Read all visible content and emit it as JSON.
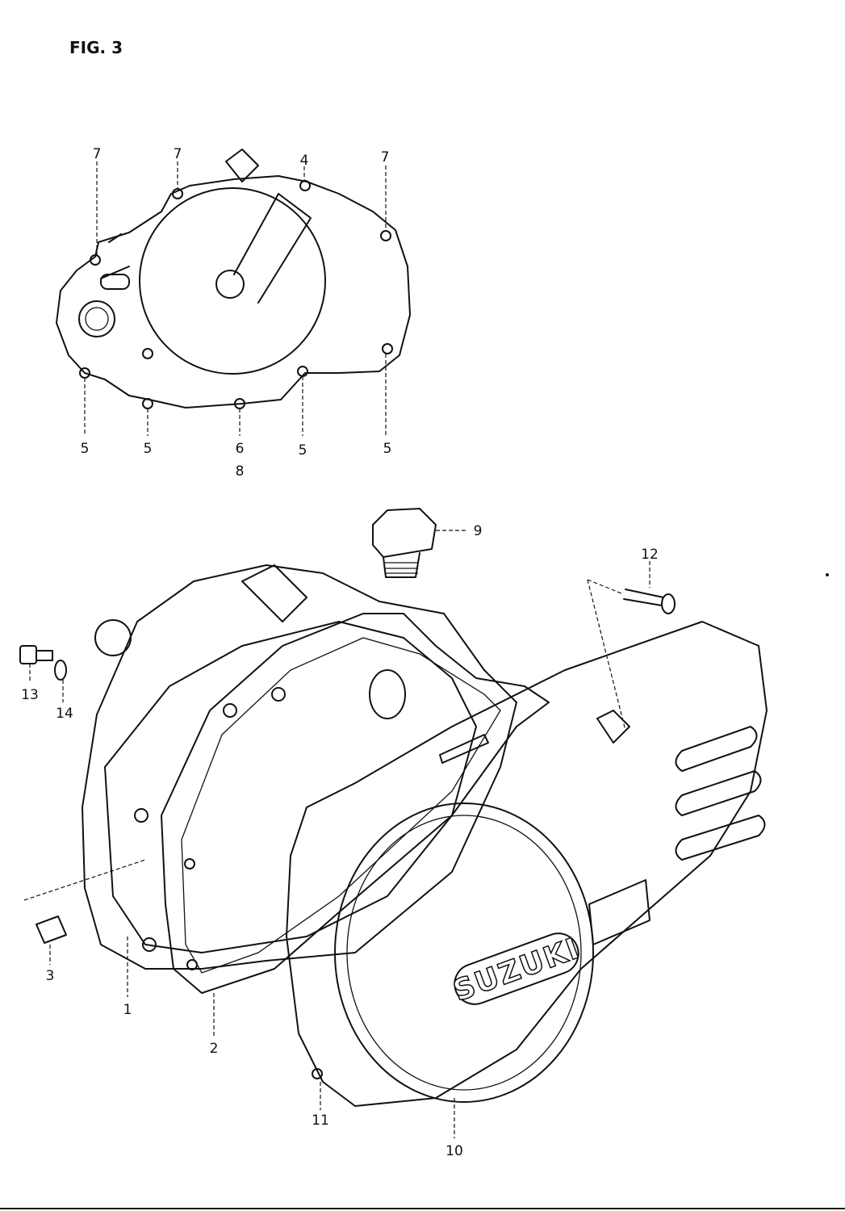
{
  "figure": {
    "title": "FIG. 3",
    "logo_text": "SUZUKI",
    "callouts": {
      "c7a": "7",
      "c7b": "7",
      "c4": "4",
      "c7c": "7",
      "c5a": "5",
      "c5b": "5",
      "c6": "6",
      "c8": "8",
      "c5c": "5",
      "c5d": "5",
      "c9": "9",
      "c12": "12",
      "c13": "13",
      "c14": "14",
      "c3": "3",
      "c1": "1",
      "c2": "2",
      "c11": "11",
      "c10": "10"
    }
  }
}
